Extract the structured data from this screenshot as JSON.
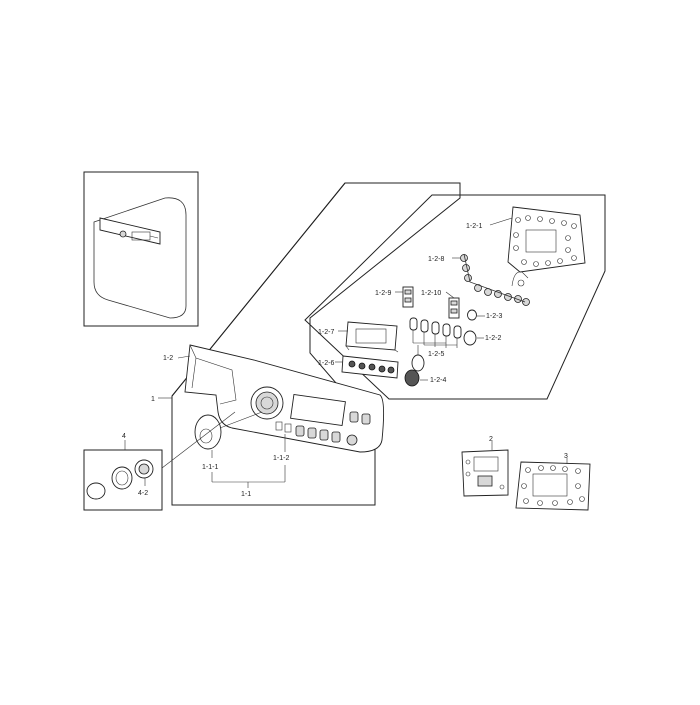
{
  "labels": {
    "l_1_2_1": "1-2-1",
    "l_1_2_8": "1-2-8",
    "l_1_2_9": "1-2-9",
    "l_1_2_10": "1-2-10",
    "l_1_2_3": "1-2-3",
    "l_1_2_7": "1-2-7",
    "l_1_2_2": "1-2-2",
    "l_1_2_6": "1-2-6",
    "l_1_2_5": "1-2-5",
    "l_1_2_4": "1-2-4",
    "l_1_2": "1-2",
    "l_1": "1",
    "l_4": "4",
    "l_4_2": "4-2",
    "l_1_1_1": "1-1-1",
    "l_1_1_2": "1-1-2",
    "l_1_1": "1-1",
    "l_2": "2",
    "l_3": "3"
  }
}
